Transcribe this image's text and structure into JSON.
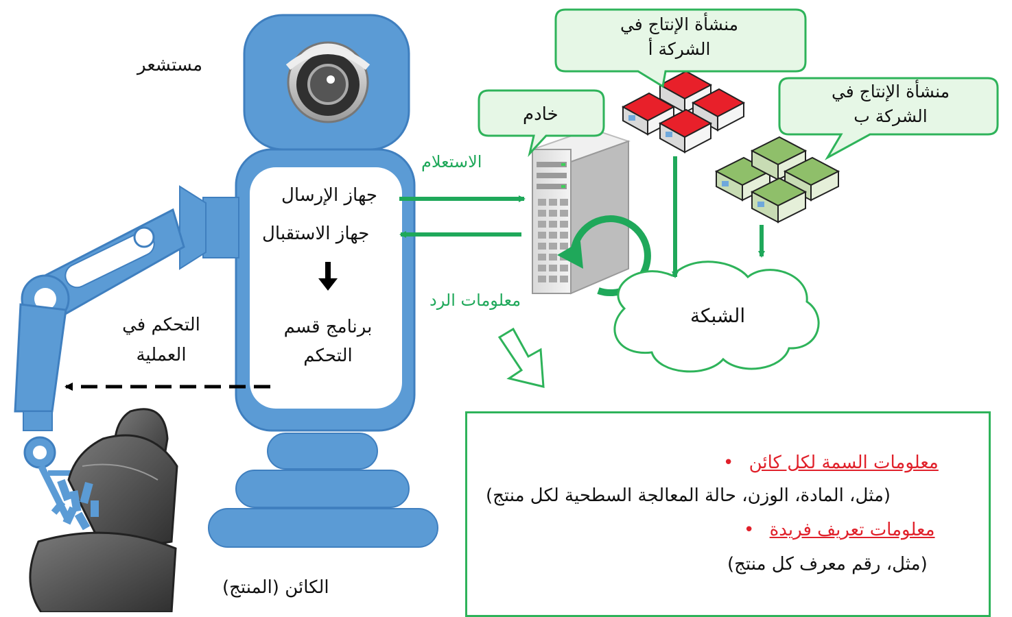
{
  "labels": {
    "sensor": "مستشعر",
    "transmitter": "جهاز الإرسال",
    "receiver": "جهاز الاستقبال",
    "control_program": [
      "برنامج قسم",
      "التحكم"
    ],
    "process_control": [
      "التحكم في",
      "العملية"
    ],
    "product": "الكائن (المنتج)",
    "query": "الاستعلام",
    "response": "معلومات الرد",
    "server": "خادم",
    "facility_a": [
      "منشأة الإنتاج في",
      "الشركة أ"
    ],
    "facility_b": [
      "منشأة الإنتاج في",
      "الشركة ب"
    ],
    "network": "الشبكة"
  },
  "info": {
    "bullet_mark": "•",
    "attr_title": "معلومات السمة لكل كائن",
    "attr_example": "(مثل، المادة، الوزن، حالة المعالجة السطحية لكل منتج)",
    "id_title": "معلومات تعريف فريدة",
    "id_example": "(مثل، رقم معرف كل منتج)"
  },
  "colors": {
    "robot_blue": "#5b9bd5",
    "robot_edge": "#3f7fbf",
    "green": "#1fa85a",
    "callout_fill": "#e6f7e6",
    "callout_edge": "#2eb35a",
    "red_roof": "#e8202a",
    "green_roof": "#8fbf6a",
    "underline_red": "#e0202a"
  }
}
